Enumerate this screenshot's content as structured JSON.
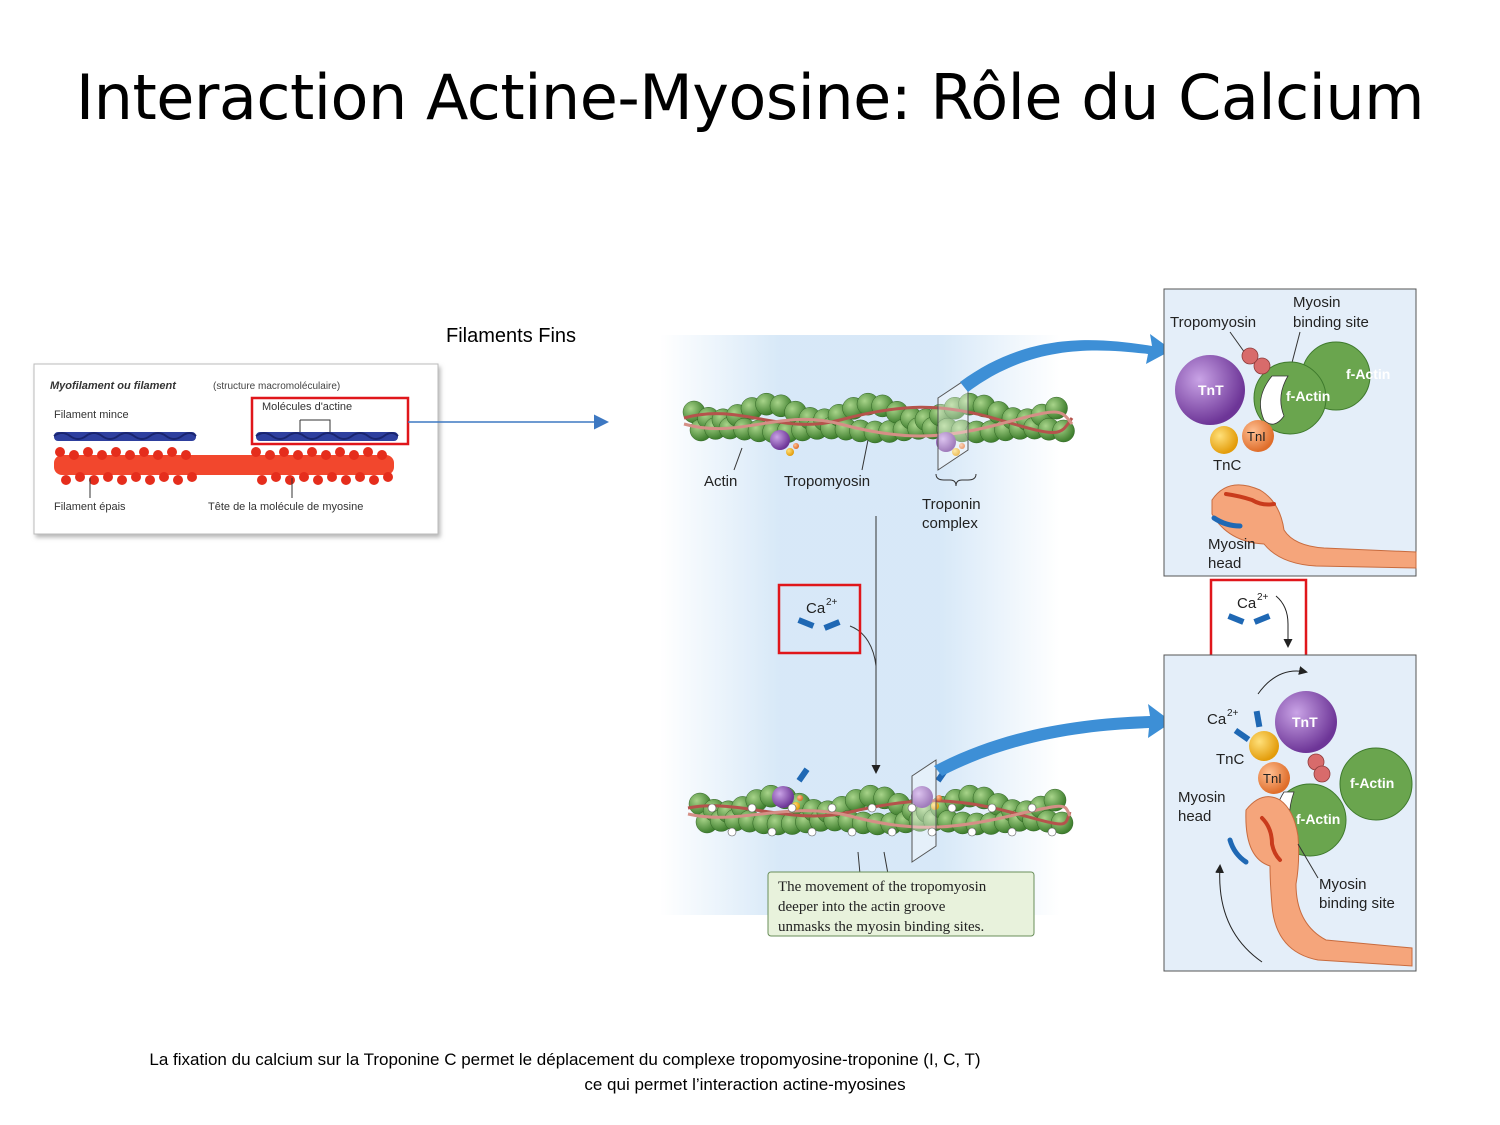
{
  "slide": {
    "title": "Interaction Actine-Myosine: Rôle du Calcium",
    "filaments_label": "Filaments Fins",
    "caption_line1": "La fixation du calcium sur la Troponine C permet le déplacement du complexe tropomyosine-troponine (I, C, T)",
    "caption_line2": "ce qui permet l’interaction actine-myosines"
  },
  "myofilament_panel": {
    "heading": "Myofilament ou filament",
    "heading_suffix": "(structure macromoléculaire)",
    "thin_label": "Filament mince",
    "actin_molecules_label": "Molécules d'actine",
    "thick_label": "Filament épais",
    "myosin_head_label": "Tête de la molécule de myosine"
  },
  "filament_diagram": {
    "actin": "Actin",
    "tropomyosin": "Tropomyosin",
    "troponin_line1": "Troponin",
    "troponin_line2": "complex",
    "calcium": "Ca",
    "calcium_charge": "2+",
    "note_line1": "The movement of the tropomyosin",
    "note_line2": "deeper into the actin groove",
    "note_line3": "unmasks the myosin binding sites."
  },
  "inset_top": {
    "tropomyosin": "Tropomyosin",
    "binding_line1": "Myosin",
    "binding_line2": "binding site",
    "tnt": "TnT",
    "f_actin_a": "f-Actin",
    "f_actin_b": "f-Actin",
    "tni": "TnI",
    "tnc": "TnC",
    "myosin_line1": "Myosin",
    "myosin_line2": "head"
  },
  "calcium_box": {
    "ca": "Ca",
    "charge": "2+"
  },
  "inset_bottom": {
    "ca": "Ca",
    "charge": "2+",
    "tnt": "TnT",
    "tnc": "TnC",
    "tni": "TnI",
    "f_actin_a": "f-Actin",
    "f_actin_b": "f-Actin",
    "myosin_line1": "Myosin",
    "myosin_line2": "head",
    "binding_line1": "Myosin",
    "binding_line2": "binding site"
  },
  "colors": {
    "highlight_red": "#e0161b",
    "arrow_blue": "#3d8fd6",
    "actin_green": "#5e9c45",
    "tnt_purple": "#8a4db0",
    "tnc_yellow": "#f2b41e",
    "tni_orange": "#ef8a4a",
    "inset_bg": "#e4eef9"
  }
}
